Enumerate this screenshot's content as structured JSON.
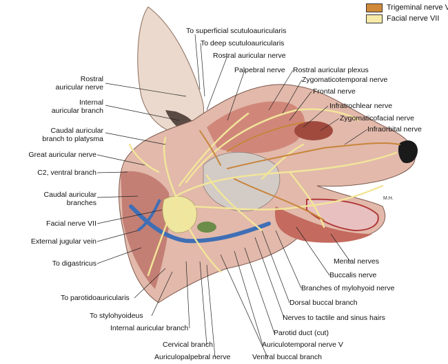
{
  "legend": [
    {
      "label": "Trigeminal nerve V",
      "color": "#d08a3a"
    },
    {
      "label": "Facial nerve VII",
      "color": "#f7eaa8"
    }
  ],
  "artist_mark": "M.H.",
  "labels": {
    "superficial_scutuloauricularis": "To superficial scutuloauricularis",
    "deep_scutuloauricularis": "To deep scutuloauricularis",
    "rostral_auricular_nerve_top": "Rostral auricular nerve",
    "palpebral_nerve": "Palpebral nerve",
    "rostral_auricular_plexus": "Rostral auricular plexus",
    "zygomaticotemporal_nerve": "Zygomaticotemporal nerve",
    "frontal_nerve": "Frontal nerve",
    "infratrochlear_nerve": "Infratrochlear nerve",
    "zygomaticofacial_nerve": "Zygomaticofacial nerve",
    "infraorbital_nerve": "Infraorbital nerve",
    "rostral_auricular_nerve_left_1": "Rostral",
    "rostral_auricular_nerve_left_2": "auricular nerve",
    "internal_auricular_branch_1": "Internal",
    "internal_auricular_branch_2": "auricular branch",
    "caudal_auricular_platysma_1": "Caudal auricular",
    "caudal_auricular_platysma_2": "branch to platysma",
    "great_auricular_nerve": "Great auricular nerve",
    "c2_ventral_branch": "C2, ventral branch",
    "caudal_auricular_branches_1": "Caudal auricular",
    "caudal_auricular_branches_2": "branches",
    "facial_nerve_vii": "Facial nerve VII",
    "external_jugular_vein": "External jugular vein",
    "to_digastricus": "To digastricus",
    "to_parotidoauricularis": "To parotidoauricularis",
    "to_stylohyoideus": "To stylohyoideus",
    "internal_auricular_branch_bottom": "Internal auricular branch",
    "cervical_branch": "Cervical branch",
    "auriculopalpebral_nerve": "Auriculopalpebral nerve",
    "ventral_buccal_branch": "Ventral buccal branch",
    "auriculotemporal_nerve_v": "Auriculotemporal nerve V",
    "parotid_duct": "Parotid duct (cut)",
    "nerves_tactile_sinus": "Nerves to tactile and sinus hairs",
    "dorsal_buccal_branch": "Dorsal buccal branch",
    "branches_mylohyoid": "Branches of mylohyoid nerve",
    "buccalis_nerve": "Buccalis nerve",
    "mental_nerves": "Mental nerves"
  }
}
